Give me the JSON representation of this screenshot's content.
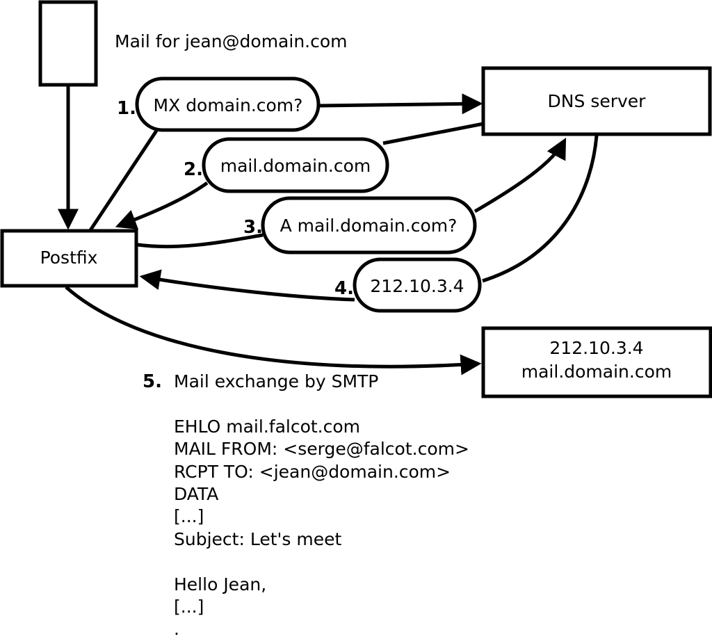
{
  "note": {
    "text": "Mail for jean@domain.com"
  },
  "nodes": {
    "postfix": {
      "label": "Postfix"
    },
    "dns_server": {
      "label": "DNS server"
    },
    "mail_server": {
      "line1": "212.10.3.4",
      "line2": "mail.domain.com"
    }
  },
  "steps": [
    {
      "num": "1.",
      "label": "MX domain.com?"
    },
    {
      "num": "2.",
      "label": "mail.domain.com"
    },
    {
      "num": "3.",
      "label": "A mail.domain.com?"
    },
    {
      "num": "4.",
      "label": "212.10.3.4"
    },
    {
      "num": "5.",
      "label": "Mail exchange by SMTP"
    }
  ],
  "smtp_session": {
    "lines": [
      "EHLO mail.falcot.com",
      "MAIL FROM: <serge@falcot.com>",
      "RCPT TO: <jean@domain.com>",
      "DATA",
      "[...]",
      "Subject: Let's meet",
      "",
      "Hello Jean,",
      "[...]",
      "."
    ]
  },
  "colors": {
    "line": "#000000",
    "background": "#ffffff",
    "shape_fill": "#ffffff"
  }
}
